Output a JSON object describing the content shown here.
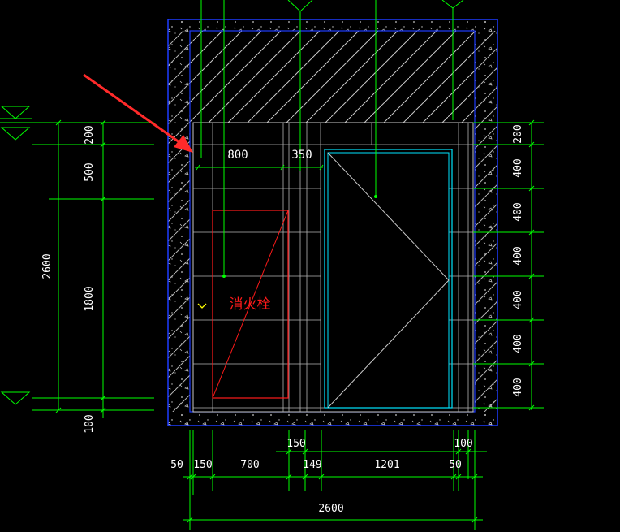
{
  "colors": {
    "background": "#000000",
    "dimension": "#00ff00",
    "wall_outline": "#1e3cff",
    "hatch": "#c8c8c8",
    "grid": "#c8c8c8",
    "door": "#00e5ff",
    "hydrant": "#ff1a1a",
    "arrow": "#ff2a2a",
    "marker": "#ffff00",
    "text": "#ffffff"
  },
  "labels": {
    "hydrant": "消火栓"
  },
  "dimensions": {
    "left": {
      "total": "2600",
      "segments": [
        "200",
        "500",
        "1800",
        "100"
      ]
    },
    "right": {
      "segments": [
        "200",
        "400",
        "400",
        "400",
        "400",
        "400",
        "400"
      ]
    },
    "top_inner": [
      "800",
      "350"
    ],
    "bottom": {
      "upper": [
        "150",
        "100"
      ],
      "lower": [
        "50",
        "150",
        "700",
        "149",
        "1201",
        "50"
      ],
      "total": "2600"
    }
  },
  "icons": [
    "red-arrow-icon",
    "elevation-marker-icon",
    "down-marker-icon"
  ]
}
